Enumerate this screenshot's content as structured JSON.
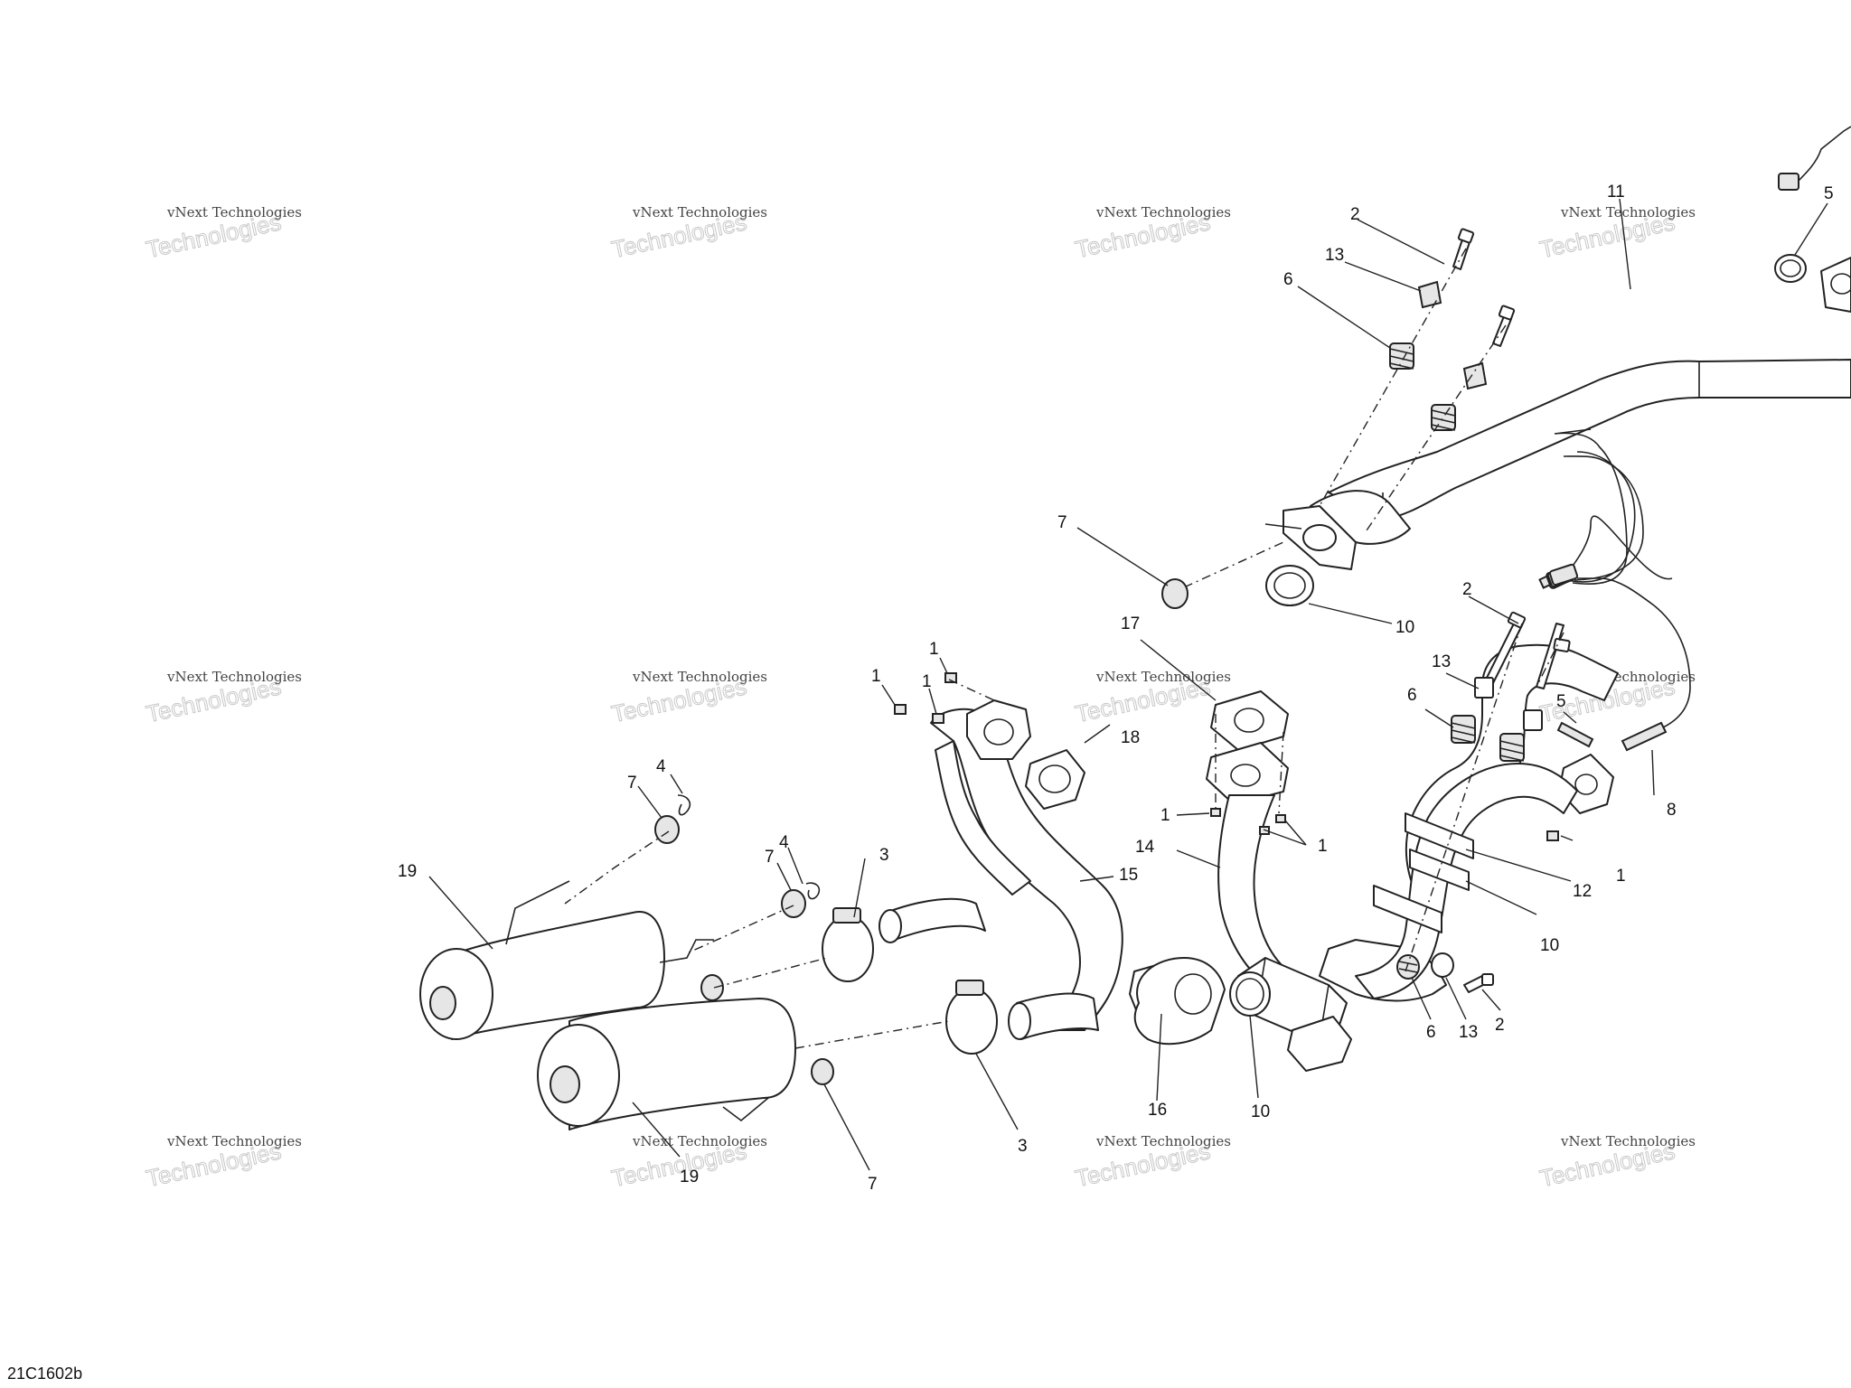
{
  "drawing_code": "21C1602b",
  "watermark": {
    "line_small": "vNext Technologies",
    "line_large": "Technologies",
    "line_top": "vNext"
  },
  "callouts": {
    "c1a": "1",
    "c1b": "1",
    "c1c": "1",
    "c1d": "1",
    "c1e": "1",
    "c1f": "1",
    "c2a": "2",
    "c2b": "2",
    "c2c": "2",
    "c3a": "3",
    "c3b": "3",
    "c4a": "4",
    "c4b": "4",
    "c5a": "5",
    "c5b": "5",
    "c6a": "6",
    "c6b": "6",
    "c6c": "6",
    "c7a": "7",
    "c7b": "7",
    "c7c": "7",
    "c7d": "7",
    "c8": "8",
    "c10a": "10",
    "c10b": "10",
    "c10c": "10",
    "c11": "11",
    "c12": "12",
    "c13a": "13",
    "c13b": "13",
    "c13c": "13",
    "c14": "14",
    "c15": "15",
    "c16": "16",
    "c17": "17",
    "c18": "18",
    "c19a": "19",
    "c19b": "19"
  }
}
